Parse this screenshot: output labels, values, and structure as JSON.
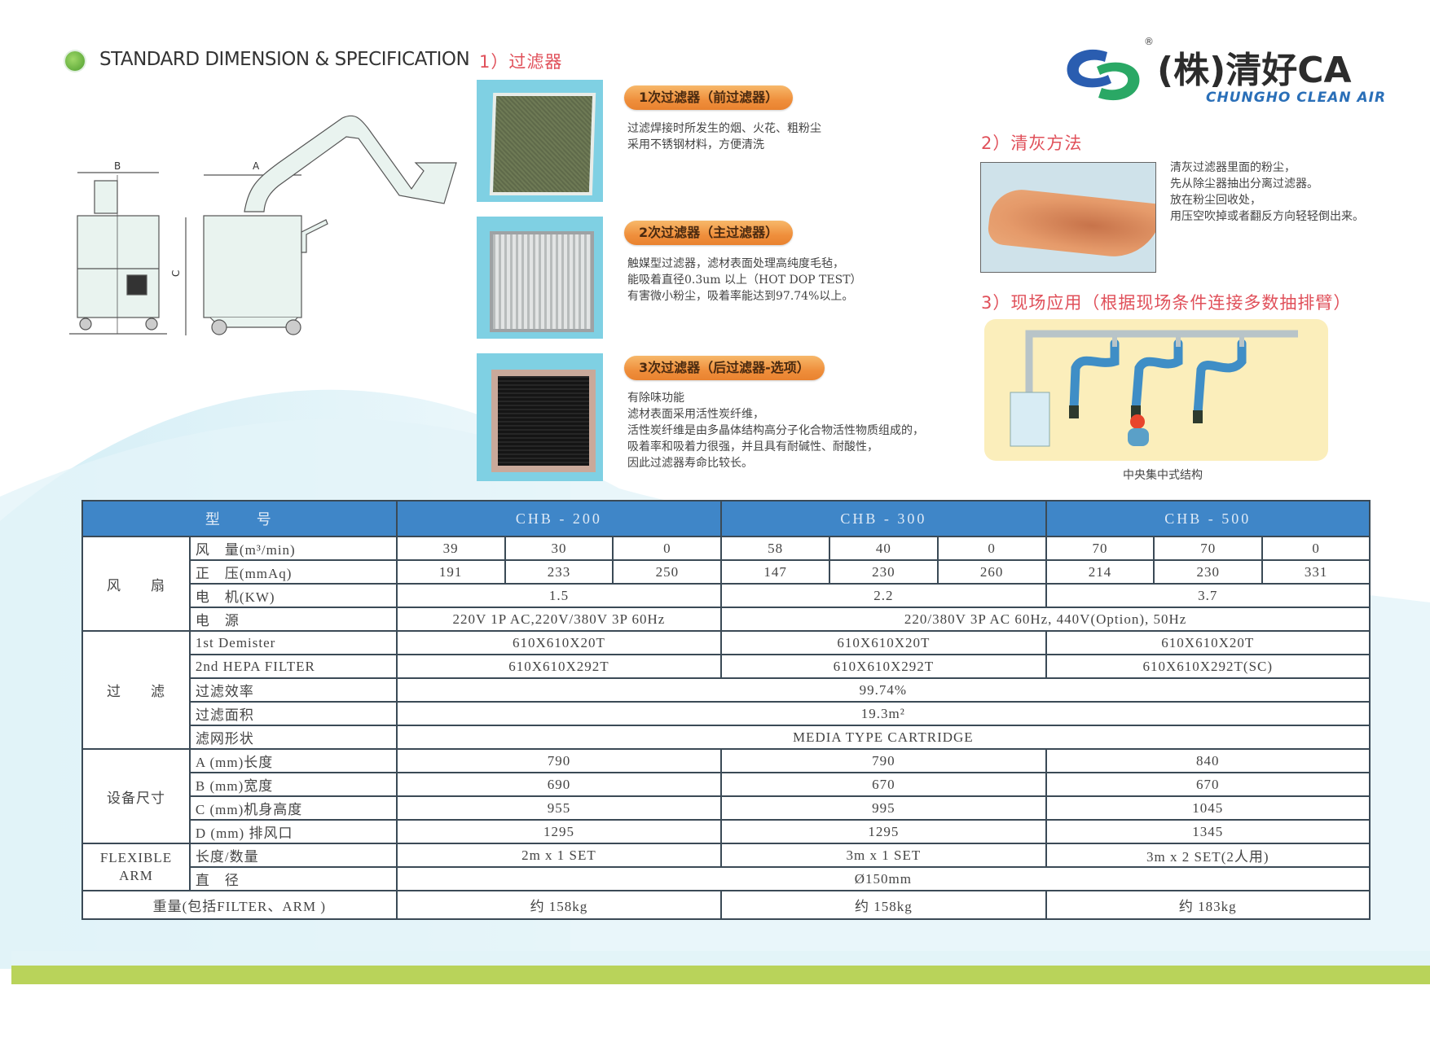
{
  "header": {
    "title": "STANDARD DIMENSION & SPECIFICATION",
    "section1_title": "1）过滤器"
  },
  "logo": {
    "name": "(株)清好CA",
    "subtitle": "CHUNGHO CLEAN AIR",
    "registered_mark": "®",
    "colors": {
      "blue": "#2a5db0",
      "green": "#2aa865"
    }
  },
  "drawing": {
    "label_a": "A",
    "label_b": "B",
    "label_c": "C"
  },
  "filters": [
    {
      "label": "1次过滤器（前过滤器）",
      "lines": [
        "过滤焊接时所发生的烟、火花、粗粉尘",
        "采用不锈钢材料，方便清洗"
      ]
    },
    {
      "label": "2次过滤器（主过滤器）",
      "lines": [
        "触媒型过滤器，滤材表面处理高纯度毛毡，",
        "能吸着直径0.3um 以上（HOT DOP TEST）",
        "有害微小粉尘，吸着率能达到97.74%以上。"
      ]
    },
    {
      "label": "3次过滤器（后过滤器-选项）",
      "lines": [
        "有除味功能",
        "滤材表面采用活性炭纤维，",
        "活性炭纤维是由多晶体结构高分子化合物活性物质组成的，",
        "吸着率和吸着力很强，并且具有耐碱性、耐酸性，",
        "因此过滤器寿命比较长。"
      ]
    }
  ],
  "cleaning": {
    "title": "2）清灰方法",
    "lines": [
      "清灰过滤器里面的粉尘，",
      "先从除尘器抽出分离过滤器。",
      "放在粉尘回收处，",
      "用压空吹掉或者翻反方向轻轻倒出来。"
    ]
  },
  "application": {
    "title": "3）现场应用（根据现场条件连接多数抽排臂）",
    "caption": "中央集中式结构"
  },
  "table": {
    "model_label": "型　　号",
    "models": [
      "CHB - 200",
      "CHB - 300",
      "CHB - 500"
    ],
    "groups": {
      "fan": "风　　扇",
      "filter": "过　　滤",
      "size": "设备尺寸",
      "arm": "FLEXIBLE ARM"
    },
    "rows": {
      "airflow": {
        "label": "风　量(m³/min)",
        "values": [
          "39",
          "30",
          "0",
          "58",
          "40",
          "0",
          "70",
          "70",
          "0"
        ]
      },
      "pressure": {
        "label": "正　压(mmAq)",
        "values": [
          "191",
          "233",
          "250",
          "147",
          "230",
          "260",
          "214",
          "230",
          "331"
        ]
      },
      "motor": {
        "label": "电　机(KW)",
        "values": [
          "1.5",
          "2.2",
          "3.7"
        ]
      },
      "power": {
        "label": "电　源",
        "values": [
          "220V 1P AC,220V/380V 3P 60Hz",
          "220/380V 3P AC 60Hz, 440V(Option), 50Hz"
        ]
      },
      "demister": {
        "label": "1st Demister",
        "values": [
          "610X610X20T",
          "610X610X20T",
          "610X610X20T"
        ]
      },
      "hepa": {
        "label": "2nd HEPA FILTER",
        "values": [
          "610X610X292T",
          "610X610X292T",
          "610X610X292T(SC)"
        ]
      },
      "efficiency": {
        "label": "过滤效率",
        "value": "99.74%"
      },
      "area": {
        "label": "过滤面积",
        "value": "19.3m²"
      },
      "shape": {
        "label": "滤网形状",
        "value": "MEDIA TYPE CARTRIDGE"
      },
      "dim_a": {
        "label": "A (mm)长度",
        "values": [
          "790",
          "790",
          "840"
        ]
      },
      "dim_b": {
        "label": "B (mm)宽度",
        "values": [
          "690",
          "670",
          "670"
        ]
      },
      "dim_c": {
        "label": "C (mm)机身高度",
        "values": [
          "955",
          "995",
          "1045"
        ]
      },
      "dim_d": {
        "label": "D (mm) 排风口",
        "values": [
          "1295",
          "1295",
          "1345"
        ]
      },
      "arm_len": {
        "label": "长度/数量",
        "values": [
          "2m x 1 SET",
          "3m x 1 SET",
          "3m x 2 SET(2人用)"
        ]
      },
      "arm_dia": {
        "label": "直　径",
        "value": "Ø150mm"
      },
      "weight": {
        "label": "重量(包括FILTER、ARM )",
        "values": [
          "约 158kg",
          "约 158kg",
          "约 183kg"
        ]
      }
    }
  }
}
